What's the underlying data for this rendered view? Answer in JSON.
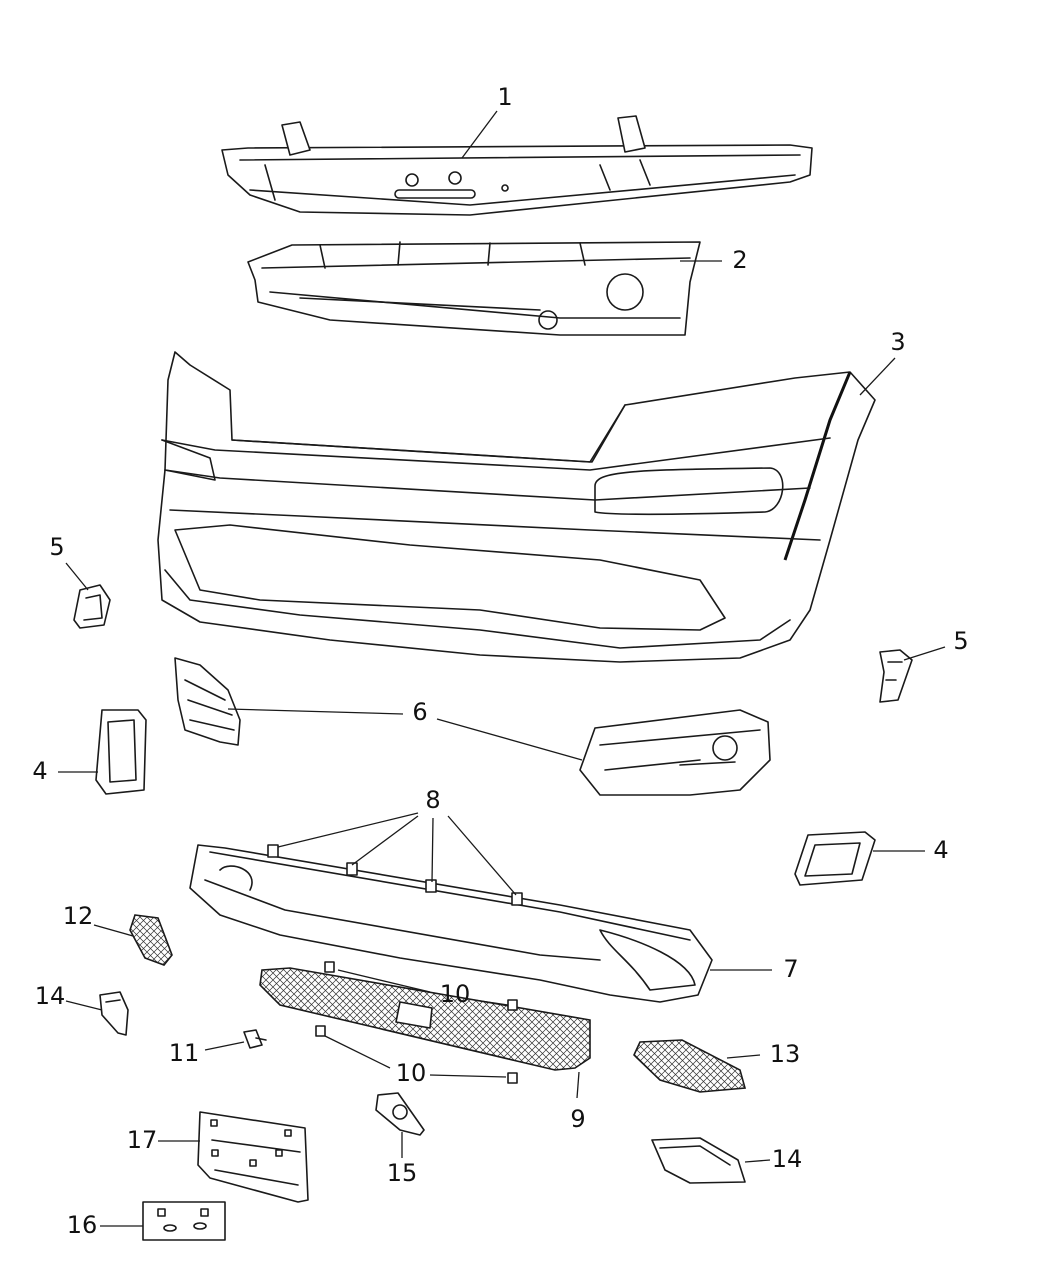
{
  "callouts": {
    "c1": "1",
    "c2": "2",
    "c3": "3",
    "c4a": "4",
    "c4b": "4",
    "c5a": "5",
    "c5b": "5",
    "c6": "6",
    "c7": "7",
    "c8": "8",
    "c9": "9",
    "c10a": "10",
    "c10b": "10",
    "c11": "11",
    "c12": "12",
    "c13": "13",
    "c14a": "14",
    "c14b": "14",
    "c15": "15",
    "c16": "16",
    "c17": "17"
  }
}
